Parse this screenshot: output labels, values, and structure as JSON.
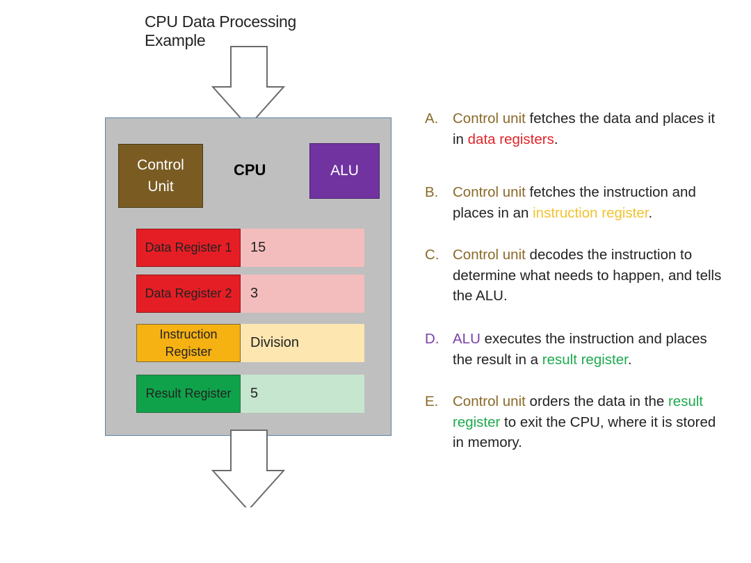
{
  "title": "CPU Data Processing Example",
  "cpu": {
    "label": "CPU",
    "control_unit": {
      "line1": "Control",
      "line2": "Unit"
    },
    "alu": "ALU",
    "registers": [
      {
        "name": "Data Register 1",
        "value": "15"
      },
      {
        "name": "Data Register 2",
        "value": "3"
      },
      {
        "name_line1": "Instruction",
        "name_line2": "Register",
        "value": "Division"
      },
      {
        "name": "Result Register",
        "value": "5"
      }
    ]
  },
  "steps": [
    {
      "letter": "A.",
      "parts": [
        "Control unit",
        " fetches the data and places it in ",
        "data registers",
        "."
      ]
    },
    {
      "letter": "B.",
      "parts": [
        "Control unit",
        " fetches the instruction and places in an ",
        "instruction register",
        "."
      ]
    },
    {
      "letter": "C.",
      "parts": [
        "Control unit",
        " decodes the instruction to determine what needs to happen, and tells the ALU."
      ]
    },
    {
      "letter": "D.",
      "parts": [
        "ALU",
        " executes the instruction and places the result in a ",
        "result register",
        "."
      ]
    },
    {
      "letter": "E.",
      "parts": [
        "Control unit",
        " orders the data in the ",
        "result register",
        " to exit the CPU, where it is stored in memory."
      ]
    }
  ],
  "colors": {
    "control_unit": "#7a5c23",
    "alu": "#7033a0",
    "data_register": "#e51e25",
    "instruction_register": "#f6b113",
    "result_register": "#0fa24a",
    "cpu_background": "#bfbfbf"
  },
  "icons": {
    "input_arrow": "arrow-down-icon",
    "output_arrow": "arrow-down-icon"
  }
}
